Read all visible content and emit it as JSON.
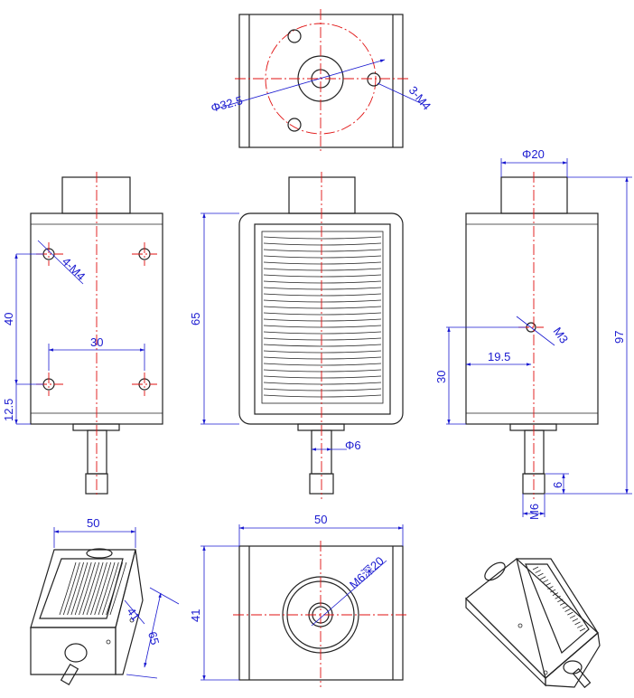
{
  "colors": {
    "object": "#222222",
    "centerline": "#e01010",
    "dimension": "#1a1ad0"
  },
  "dims": {
    "top_phi": "Φ32.5",
    "top_thread": "3-M4",
    "left_holes": "4-M4",
    "left_v40": "40",
    "left_h30": "30",
    "left_v125": "12.5",
    "front_h65": "65",
    "front_shaft": "Φ6",
    "right_phi20": "Φ20",
    "right_m3": "M3",
    "right_195": "19.5",
    "right_30": "30",
    "right_97": "97",
    "right_6": "6",
    "right_m6": "M6",
    "iso_50": "50",
    "iso_41": "41",
    "iso_65": "65",
    "bottom_50": "50",
    "bottom_41": "41",
    "bottom_m6": "M6深20"
  }
}
